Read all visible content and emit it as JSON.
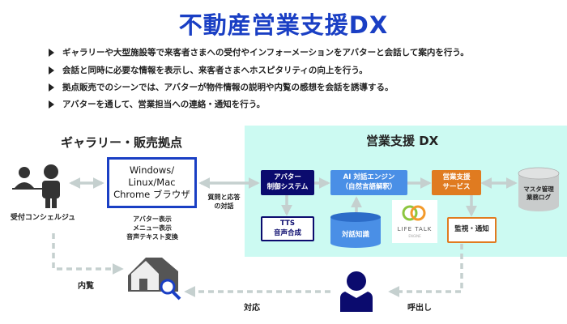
{
  "title": "不動産営業支援DX",
  "bullets": [
    "ギャラリーや大型施設等で来客者さまへの受付やインフォーメーションをアバターと会話して案内を行う。",
    "会話と同時に必要な情報を表示し、来客者さまへホスピタリティの向上を行う。",
    "拠点販売でのシーンでは、アバターが物件情報の説明や内覧の感想を会話を誘導する。",
    "アバターを通して、営業担当への連絡・通知を行う。"
  ],
  "gallery": {
    "heading": "ギャラリー・販売拠点",
    "concierge_label": "受付コンシェルジュ",
    "browser": "Windows/\nLinux/Mac\nChrome ブラウザ",
    "browser_functions": "アバター表示\nメニュー表示\n音声テキスト変換",
    "dialog_label": "質問と応答\nの対話",
    "viewing_label": "内覧"
  },
  "dx": {
    "heading": "営業支援 DX",
    "avatar_control": "アバター\n制御システム",
    "ai_engine": "AI 対話エンジン\n（自然言語解釈）",
    "sales_service": "営業支援\nサービス",
    "master_db": "マスタ管理\n業務ログ",
    "tts": "TTS\n音声合成",
    "knowledge": "対話知識",
    "logo_text": "LIFE TALK",
    "logo_sub": "ENGINE",
    "monitor": "監視・通知"
  },
  "bottom": {
    "respond_label": "対応",
    "call_label": "呼出し"
  },
  "colors": {
    "title": "#1a3fc4",
    "panel": "#ccfaf2",
    "navy": "#0b0b6e",
    "ai_blue": "#4a8fe6",
    "orange": "#e07b20",
    "arrow": "#c5d0cf"
  }
}
